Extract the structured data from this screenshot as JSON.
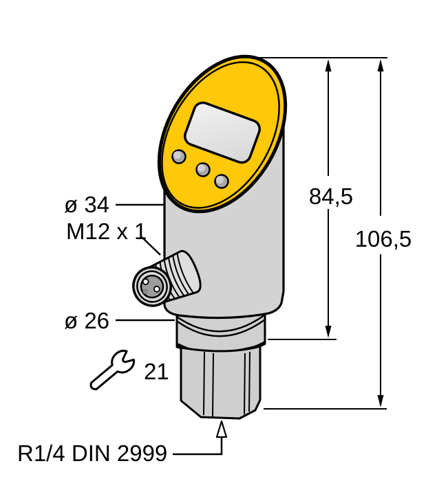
{
  "figure": {
    "type": "technical-dimension-drawing",
    "subject": "pressure sensor with display head, M12 connector and threaded process connection",
    "background": "#FFFFFF"
  },
  "labels": {
    "body_diameter": "ø 34",
    "connector_thread": "M12 x 1",
    "step_diameter": "ø 26",
    "wrench_size": "21",
    "process_connection": "R1/4 DIN 2999"
  },
  "dimensions": {
    "body_height": "84,5",
    "total_height": "106,5"
  },
  "icons": {
    "wrench": "open-end-wrench-icon",
    "arrow_up_bottom": "open-arrow-up-icon",
    "dimension_arrows": "filled-dimension-arrow-icons"
  },
  "colors": {
    "housing_yellow": "#FFC808",
    "body_gray": "#D3D3D3",
    "step_gray": "#D0D0D0",
    "lcd_light": "#EFEFEF",
    "lcd_dark": "#D6D6D6",
    "connector_face_gray": "#D9D9D9",
    "connector_inner_gray": "#9C9C9C",
    "button_gray": "#A8A8A8",
    "line_black": "#000000"
  }
}
